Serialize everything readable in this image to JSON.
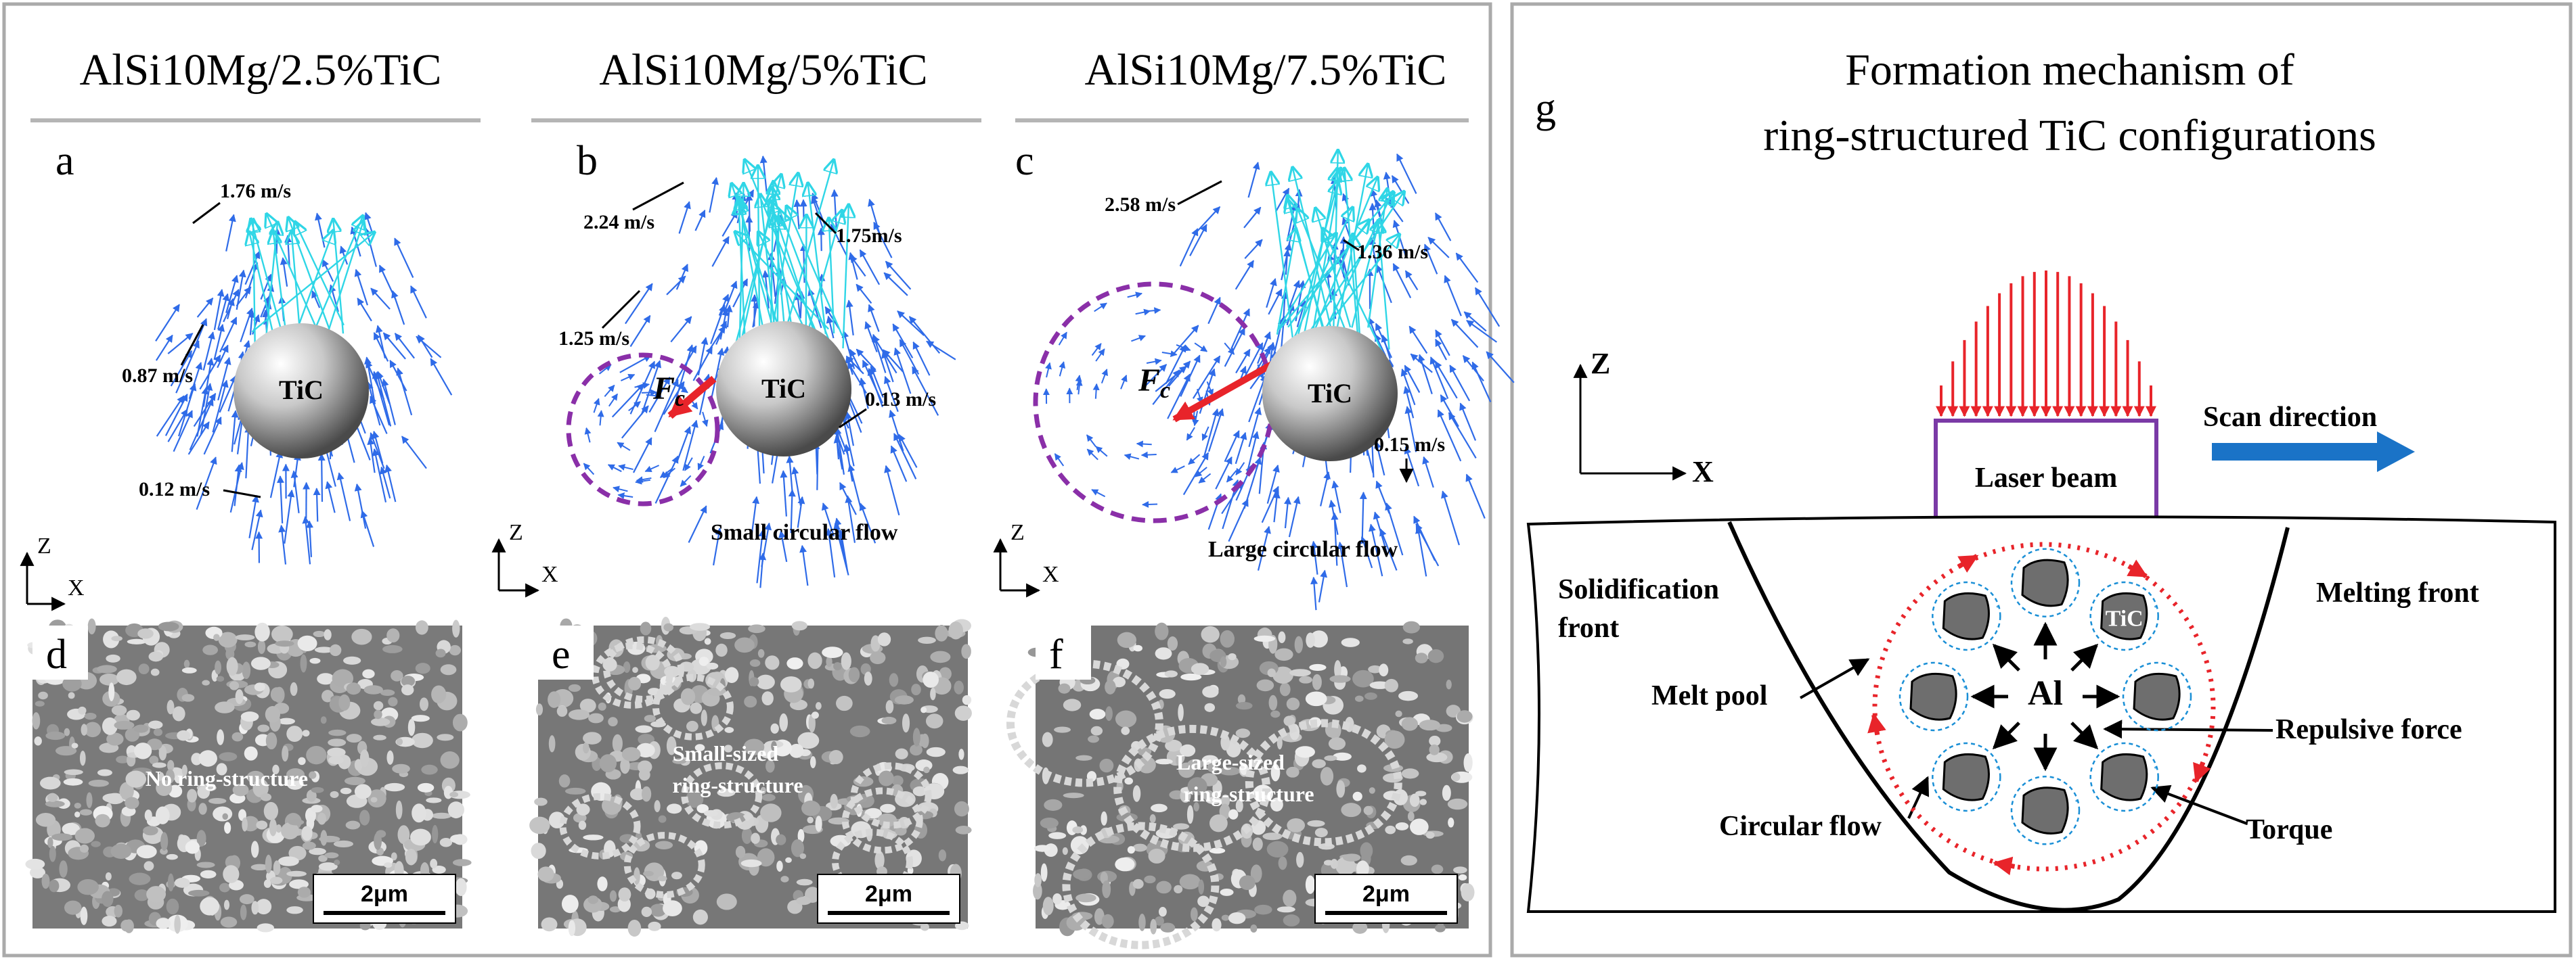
{
  "left_panel": {
    "column_titles": [
      "AlSi10Mg/2.5%TiC",
      "AlSi10Mg/5%TiC",
      "AlSi10Mg/7.5%TiC"
    ],
    "subplot_letters": [
      "a",
      "b",
      "c",
      "d",
      "e",
      "f"
    ],
    "particle_label": "TiC",
    "force_label": "F",
    "force_subscript": "c",
    "axis_z": "Z",
    "axis_x": "X",
    "velocity_labels": {
      "a": [
        "1.76 m/s",
        "0.87 m/s",
        "0.12 m/s"
      ],
      "b": [
        "2.24 m/s",
        "1.75m/s",
        "1.25 m/s",
        "0.13 m/s"
      ],
      "c": [
        "2.58 m/s",
        "1.36 m/s",
        "0.15 m/s"
      ]
    },
    "flow_labels": {
      "b": "Small circular flow",
      "c": "Large circular flow"
    },
    "sem_labels": {
      "d": [
        "No ring-structure"
      ],
      "e": [
        "Small-sized",
        "ring-structure"
      ],
      "f": [
        "Large-sized",
        "ring-structure"
      ]
    },
    "scale_bar": "2μm"
  },
  "right_panel": {
    "letter": "g",
    "title_lines": [
      "Formation mechanism of",
      "ring-structured TiC configurations"
    ],
    "axis_z": "Z",
    "axis_x": "X",
    "laser_label": "Laser beam",
    "scan_label": "Scan direction",
    "solidification_lines": [
      "Solidification",
      "front"
    ],
    "melting_front": "Melting front",
    "melt_pool": "Melt pool",
    "center_label": "Al",
    "particle_label": "TiC",
    "repulsive_force": "Repulsive force",
    "circular_flow": "Circular flow",
    "torque": "Torque"
  },
  "colors": {
    "frame": "#aaaaaa",
    "vector_blue": "#2f6be8",
    "vector_cyan": "#2fd6e6",
    "dashed_purple": "#8a2fa8",
    "force_red": "#e8242a",
    "laser_red": "#e8242a",
    "laser_box": "#7a3aa6",
    "scan_arrow": "#1a73c7",
    "flow_red": "#e8242a",
    "particle_gray": "#6e6e6e",
    "sem_gray": "#777777"
  }
}
